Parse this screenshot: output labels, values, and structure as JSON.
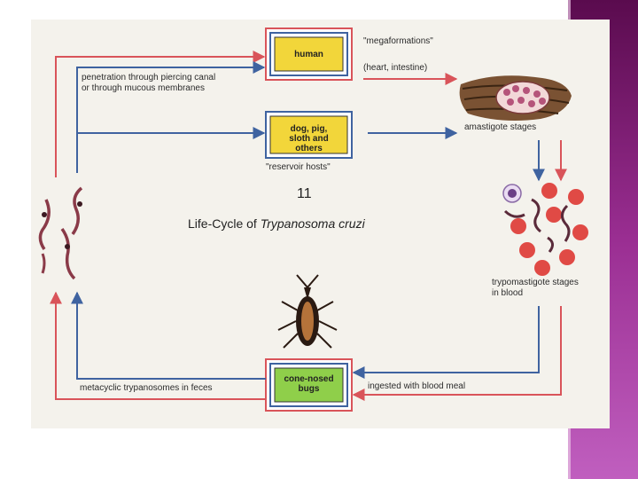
{
  "figure": {
    "number": "11",
    "title_prefix": "Life-Cycle of ",
    "title_species": "Trypanosoma cruzi"
  },
  "boxes": {
    "human": "human",
    "reservoir": "dog, pig, sloth and others",
    "reservoir_caption": "\"reservoir hosts\"",
    "bugs": "cone-nosed bugs"
  },
  "labels": {
    "penetration_line1": "penetration through piercing canal",
    "penetration_line2": "or through mucous membranes",
    "megaformations": "\"megaformations\"",
    "organs": "(heart, intestine)",
    "amastigote": "amastigote stages",
    "trypomastigote_line1": "trypomastigote stages",
    "trypomastigote_line2": "in blood",
    "ingested": "ingested with blood meal",
    "metacyclic": "metacyclic trypanosomes in feces"
  },
  "colors": {
    "red_arrow": "#d9545a",
    "blue_arrow": "#3f63a0",
    "box_yellow": "#f2d63a",
    "box_green": "#8fcf4a",
    "purple_accent": "#a23c9f"
  }
}
